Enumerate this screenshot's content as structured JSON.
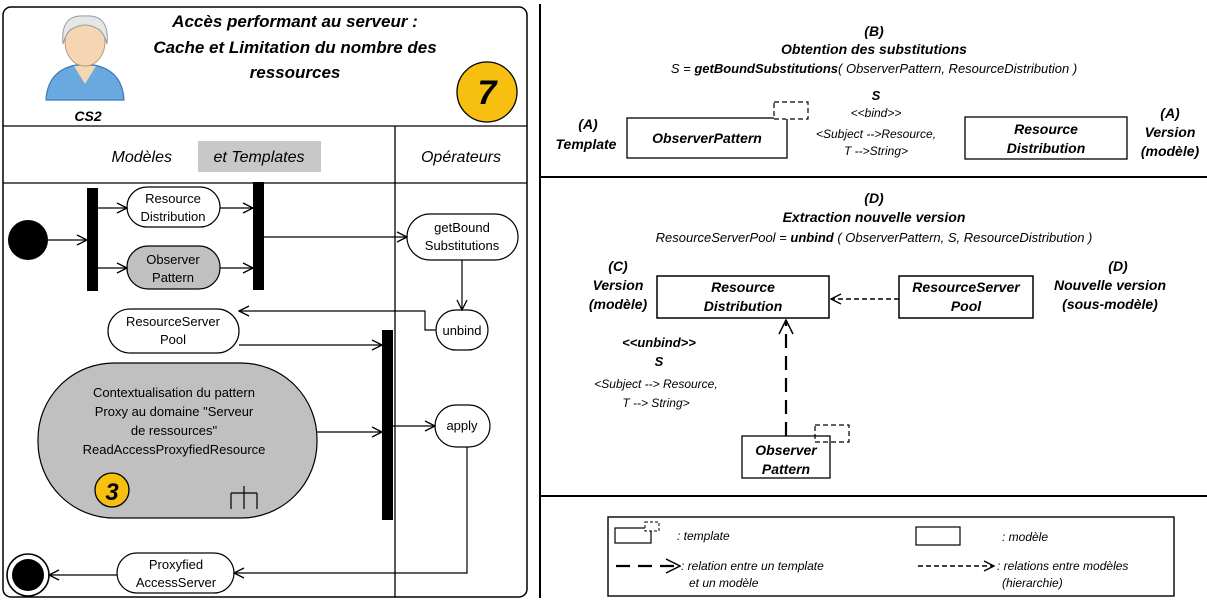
{
  "left_panel": {
    "case_label": "CS2",
    "title_lines": [
      "Accès performant au serveur :",
      "Cache et Limitation du nombre des",
      "ressources"
    ],
    "step_badge": "7",
    "col_models_a": "Modèles",
    "col_models_b": "et Templates",
    "col_operators": "Opérateurs",
    "nodes": {
      "resource_distribution": [
        "Resource",
        "Distribution"
      ],
      "observer_pattern": [
        "Observer",
        "Pattern"
      ],
      "resource_server_pool": [
        "ResourceServer",
        "Pool"
      ],
      "contextualisation": [
        "Contextualisation du pattern",
        "Proxy au domaine \"Serveur",
        "de ressources\"",
        "ReadAccessProxyfiedResource"
      ],
      "proxified_access_server": [
        "Proxyfied",
        "AccessServer"
      ]
    },
    "inner_badge": "3",
    "operators": {
      "get_bound": [
        "getBound",
        "Substitutions"
      ],
      "unbind": "unbind",
      "apply": "apply"
    }
  },
  "section_b": {
    "letter": "(B)",
    "title": "Obtention des substitutions",
    "formula_prefix": "S = ",
    "formula_fn": "getBoundSubstitutions",
    "formula_args": "( ObserverPattern, ResourceDistribution )",
    "left_letter": "(A)",
    "left_label": "Template",
    "template_box": "ObserverPattern",
    "bind_s": "S",
    "bind_stereotype": "<<bind>>",
    "bind_line1": "<Subject -->Resource,",
    "bind_line2": "T -->String>",
    "model_box": [
      "Resource",
      "Distribution"
    ],
    "right_letter": "(A)",
    "right_label1": "Version",
    "right_label2": "(modèle)"
  },
  "section_d": {
    "letter": "(D)",
    "title": "Extraction nouvelle version",
    "formula_prefix": "ResourceServerPool = ",
    "formula_fn": "unbind",
    "formula_args": " ( ObserverPattern, S, ResourceDistribution )",
    "left_letter": "(C)",
    "left_label1": "Version",
    "left_label2": "(modèle)",
    "model_box": [
      "Resource",
      "Distribution"
    ],
    "new_box": [
      "ResourceServer",
      "Pool"
    ],
    "right_letter": "(D)",
    "right_label1": "Nouvelle version",
    "right_label2": "(sous-modèle)",
    "unbind_stereotype": "<<unbind>>",
    "unbind_s": "S",
    "unbind_line1": "<Subject --> Resource,",
    "unbind_line2": "T --> String>",
    "template_box": [
      "Observer",
      "Pattern"
    ]
  },
  "legend": {
    "template": ": template",
    "model": ": modèle",
    "relation_template_1": ": relation entre un template",
    "relation_template_2": "et un modèle",
    "relation_models_1": ": relations entre modèles",
    "relation_models_2": "(hierarchie)"
  },
  "colors": {
    "badge_fill": "#f7bf10",
    "gray_node": "#c0c0c0",
    "header_gray": "#c8c8c8",
    "avatar_shirt": "#6aa8e0",
    "avatar_skin": "#f4d6b2"
  }
}
